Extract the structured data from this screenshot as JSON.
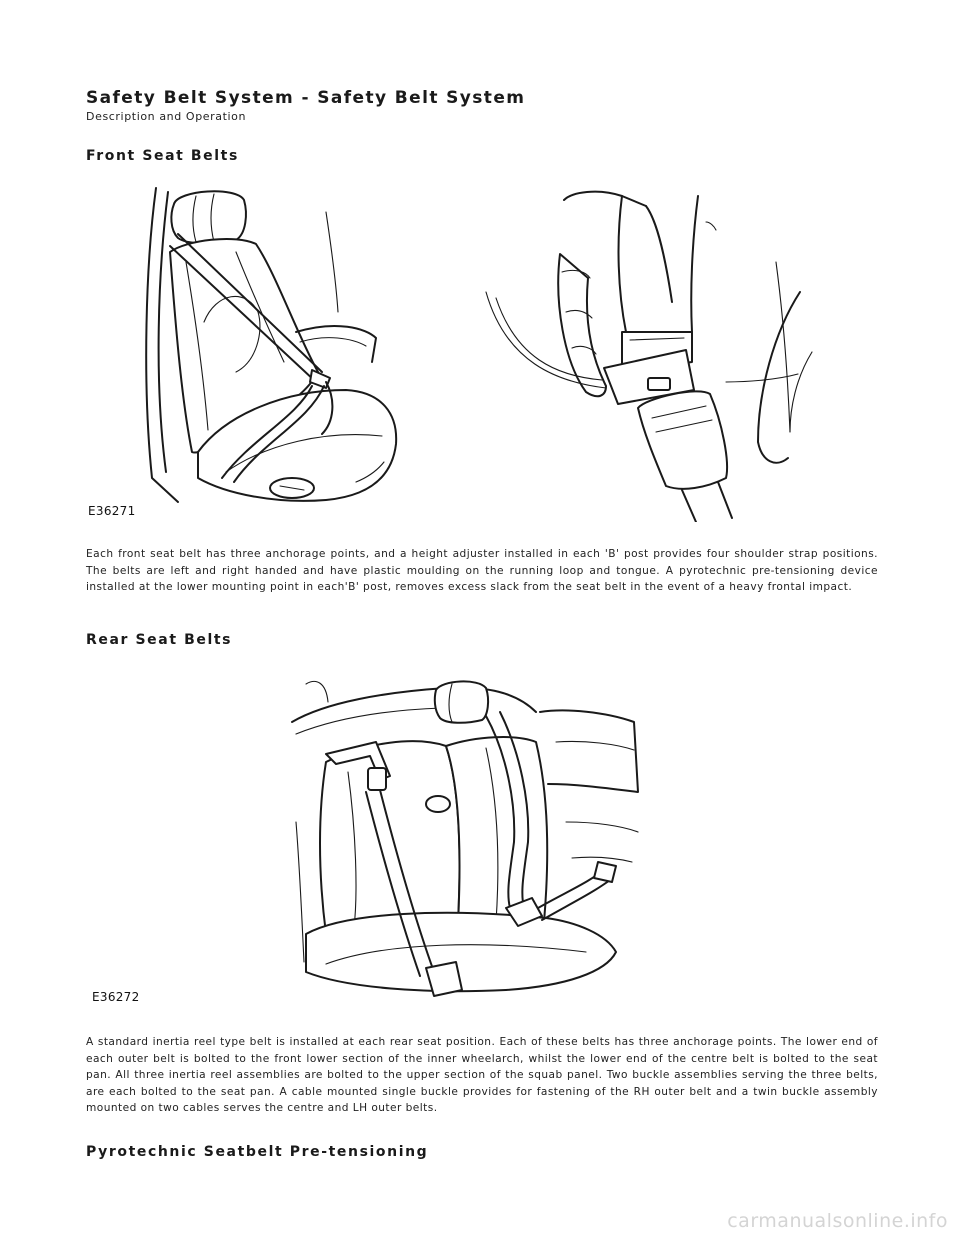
{
  "document": {
    "title": "Safety Belt System - Safety Belt System",
    "subtitle": "Description and Operation"
  },
  "sections": [
    {
      "heading": "Front Seat Belts",
      "figure_id": "E36271",
      "paragraph": "Each front seat belt has three anchorage points, and a height adjuster installed in each 'B' post provides four shoulder strap positions. The belts are left and right handed and have plastic moulding on the running loop and tongue. A pyrotechnic pre-tensioning device installed at the lower mounting point in each'B' post, removes excess slack from the seat belt in the event of a heavy frontal impact."
    },
    {
      "heading": "Rear Seat Belts",
      "figure_id": "E36272",
      "paragraph": "A standard inertia reel type belt is installed at each rear seat position. Each of these belts has three anchorage points. The lower end of each outer belt is bolted to the front lower section of the inner wheelarch, whilst the lower end of the centre belt is bolted to the seat pan. All three inertia reel assemblies are bolted to the upper section of the squab panel. Two buckle assemblies serving the three belts, are each bolted to the seat pan. A cable mounted single buckle provides for fastening of the RH outer belt and a twin buckle assembly mounted on two cables serves the centre and LH outer belts."
    },
    {
      "heading": "Pyrotechnic Seatbelt Pre-tensioning"
    }
  ],
  "watermark": "carmanualsonline.info"
}
